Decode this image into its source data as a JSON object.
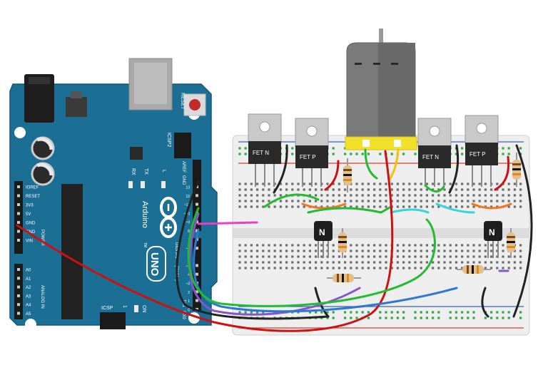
{
  "arduino": {
    "reset_label": "RESET",
    "icsp2_label": "ICSP2",
    "icsp_label": "ICSP",
    "brand_label": "Arduino",
    "model_label": "UNO",
    "tm_label": "TM",
    "rx_label": "RX",
    "tx_label": "TX",
    "l_label": "L",
    "on_label": "ON",
    "one_label": "1",
    "digital_label": "DIGITAL",
    "pwm_label": "(PWM~)",
    "power_label": "POWER",
    "analog_label": "ANALOG IN",
    "aref_label": "AREF",
    "gnd_top_label": "GND",
    "rx_pin_label": "RX0",
    "tx_pin_label": "TX1",
    "power_pins": [
      "IOREF",
      "RESET",
      "3V3",
      "5V",
      "GND",
      "GND",
      "VIN"
    ],
    "analog_pins": [
      "A0",
      "A1",
      "A2",
      "A3",
      "A4",
      "A5"
    ],
    "digital_pins": [
      "13",
      "12",
      "~11",
      "~10",
      "~9",
      "8",
      "7",
      "~6",
      "~5",
      "4",
      "~3",
      "2",
      "1",
      "0"
    ]
  },
  "components": {
    "fet_labels": [
      "FET N",
      "FET P",
      "FET N",
      "FET P"
    ],
    "npn_label": "N"
  },
  "colors": {
    "board": "#1b6e94",
    "breadboard": "#eeeeee",
    "rail_red": "#d9402b",
    "rail_blue": "#3a62b8",
    "wire_red": "#cc1111",
    "wire_black": "#222222",
    "wire_green": "#22bb33",
    "wire_blue": "#2e78d4",
    "wire_purple": "#8855cc",
    "wire_magenta": "#e83ec8",
    "wire_orange": "#ee7722",
    "wire_cyan": "#33d6d6",
    "wire_yellow": "#f2c20c",
    "motor_body": "#7a7a7a"
  }
}
